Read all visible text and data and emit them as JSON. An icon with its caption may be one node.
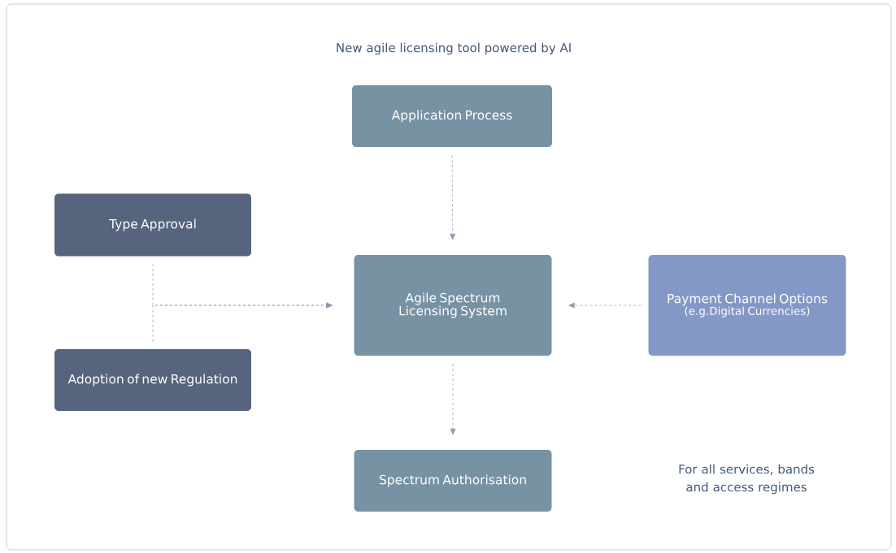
{
  "diagram": {
    "title": "New agile licensing tool powered by AI",
    "nodes": [
      {
        "text": [
          "Application Process"
        ]
      },
      {
        "text": [
          "Type Approval"
        ]
      },
      {
        "text": [
          "Agile Spectrum Licensing System"
        ]
      },
      {
        "text": [
          "Payment Channel Options",
          "(e.g.Digital Currencies)"
        ]
      },
      {
        "text": [
          "Adoption of new Regulation"
        ]
      },
      {
        "text": [
          "Spectrum Authorisation"
        ]
      }
    ],
    "edges": [
      {
        "from": 0,
        "to": 2,
        "arrow": "to",
        "style": "dashed"
      },
      {
        "from": 1,
        "to": 2,
        "arrow": "to",
        "style": "dashed"
      },
      {
        "from": 4,
        "to": 2,
        "arrow": "to",
        "style": "dashed"
      },
      {
        "from": 3,
        "to": 2,
        "arrow": "to",
        "style": "dashed"
      },
      {
        "from": 2,
        "to": 5,
        "arrow": "to",
        "style": "dashed"
      }
    ],
    "labels": [
      "For all services, bands and access regimes"
    ]
  }
}
